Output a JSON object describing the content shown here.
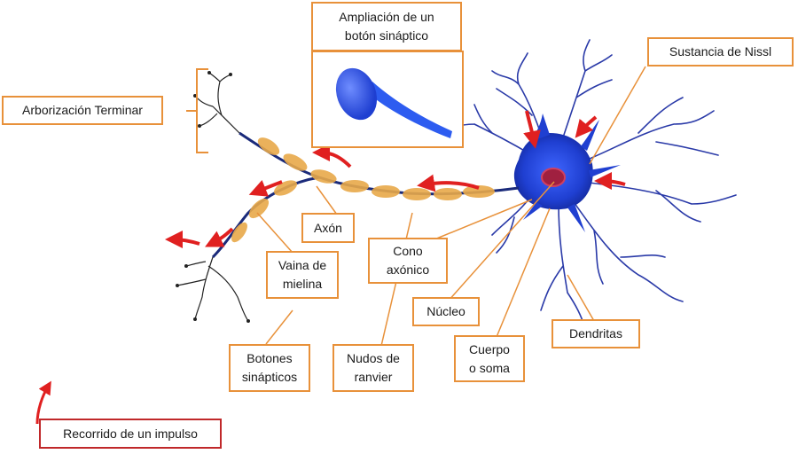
{
  "labels": {
    "ampliacion": "Ampliación de un\nbotón sináptico",
    "nissl": "Sustancia de Nissl",
    "arborizacion": "Arborización Terminar",
    "axon": "Axón",
    "cono": "Cono\naxónico",
    "vaina": "Vaina de\nmielina",
    "nucleo": "Núcleo",
    "dendritas": "Dendritas",
    "cuerpo": "Cuerpo\no soma",
    "botones": "Botones\nsinápticos",
    "nudos": "Nudos de\nranvier",
    "recorrido": "Recorrido de un impulso"
  },
  "colors": {
    "label_border": "#e8913a",
    "legend_border": "#c0282a",
    "neuron": "#1f3fd1",
    "nucleus": "#a02040",
    "myelin": "#e8a94a",
    "impulse_arrow": "#e02020"
  }
}
